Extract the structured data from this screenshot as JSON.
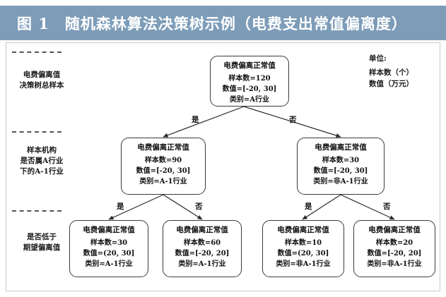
{
  "header": {
    "figure_label": "图 1",
    "title": "图 1　随机森林算法决策树示例（电费支出常值偏离度）"
  },
  "row_labels": [
    {
      "id": "total-sample",
      "lines": [
        "电费偏离值",
        "决策树总样本"
      ]
    },
    {
      "id": "industry-split",
      "lines": [
        "样本机构",
        "是否属A行业",
        "下的A-1行业"
      ]
    },
    {
      "id": "threshold-split",
      "lines": [
        "是否低于",
        "期望偏离值"
      ]
    }
  ],
  "legend": {
    "title": "单位:",
    "lines": [
      "样本数（个）",
      "数值（万元）"
    ]
  },
  "chart_data": {
    "type": "diagram",
    "title": "随机森林算法决策树示例（电费支出常值偏离度）",
    "nodes": [
      {
        "id": "root",
        "level": 0,
        "head": "电费偏离正常值",
        "sample_label": "样本数=120",
        "value_label": "数值=[-20, 30]",
        "class_label": "类别=A行业",
        "sample_count": 120,
        "value_range": "[-20, 30]",
        "category": "A行业"
      },
      {
        "id": "l2-left",
        "level": 1,
        "head": "电费偏离正常值",
        "sample_label": "样本数=90",
        "value_label": "数值=[-20, 30]",
        "class_label": "类别=A-1行业",
        "sample_count": 90,
        "value_range": "[-20, 30]",
        "category": "A-1行业"
      },
      {
        "id": "l2-right",
        "level": 1,
        "head": "电费偏离正常值",
        "sample_label": "样本数=30",
        "value_label": "数值=[-20, 30]",
        "class_label": "类别=非A-1行业",
        "sample_count": 30,
        "value_range": "[-20, 30]",
        "category": "非A-1行业"
      },
      {
        "id": "leaf-1",
        "level": 2,
        "head": "电费偏离正常值",
        "sample_label": "样本数=30",
        "value_label": "数值=(20, 30]",
        "class_label": "类别=A-1行业",
        "sample_count": 30,
        "value_range": "(20, 30]",
        "category": "A-1行业"
      },
      {
        "id": "leaf-2",
        "level": 2,
        "head": "电费偏离正常值",
        "sample_label": "样本数=60",
        "value_label": "数值=[-20, 20]",
        "class_label": "类别=A-1行业",
        "sample_count": 60,
        "value_range": "[-20, 20]",
        "category": "A-1行业"
      },
      {
        "id": "leaf-3",
        "level": 2,
        "head": "电费偏离正常值",
        "sample_label": "样本数=10",
        "value_label": "数值=(20, 30]",
        "class_label": "类别=非A-1行业",
        "sample_count": 10,
        "value_range": "(20, 30]",
        "category": "非A-1行业"
      },
      {
        "id": "leaf-4",
        "level": 2,
        "head": "电费偏离正常值",
        "sample_label": "样本数=20",
        "value_label": "数值=[-20, 20]",
        "class_label": "类别=非A-1行业",
        "sample_count": 20,
        "value_range": "[-20, 20]",
        "category": "非A-1行业"
      }
    ],
    "edges": [
      {
        "from": "root",
        "to": "l2-left",
        "label": "是"
      },
      {
        "from": "root",
        "to": "l2-right",
        "label": "否"
      },
      {
        "from": "l2-left",
        "to": "leaf-1",
        "label": "是"
      },
      {
        "from": "l2-left",
        "to": "leaf-2",
        "label": "否"
      },
      {
        "from": "l2-right",
        "to": "leaf-3",
        "label": "是"
      },
      {
        "from": "l2-right",
        "to": "leaf-4",
        "label": "否"
      }
    ]
  },
  "colors": {
    "title_band": "#7d9cb8",
    "title_text": "#ffffff",
    "node_border": "#3b3b3b",
    "frame_border": "#c9c9c9",
    "text": "#111111"
  }
}
